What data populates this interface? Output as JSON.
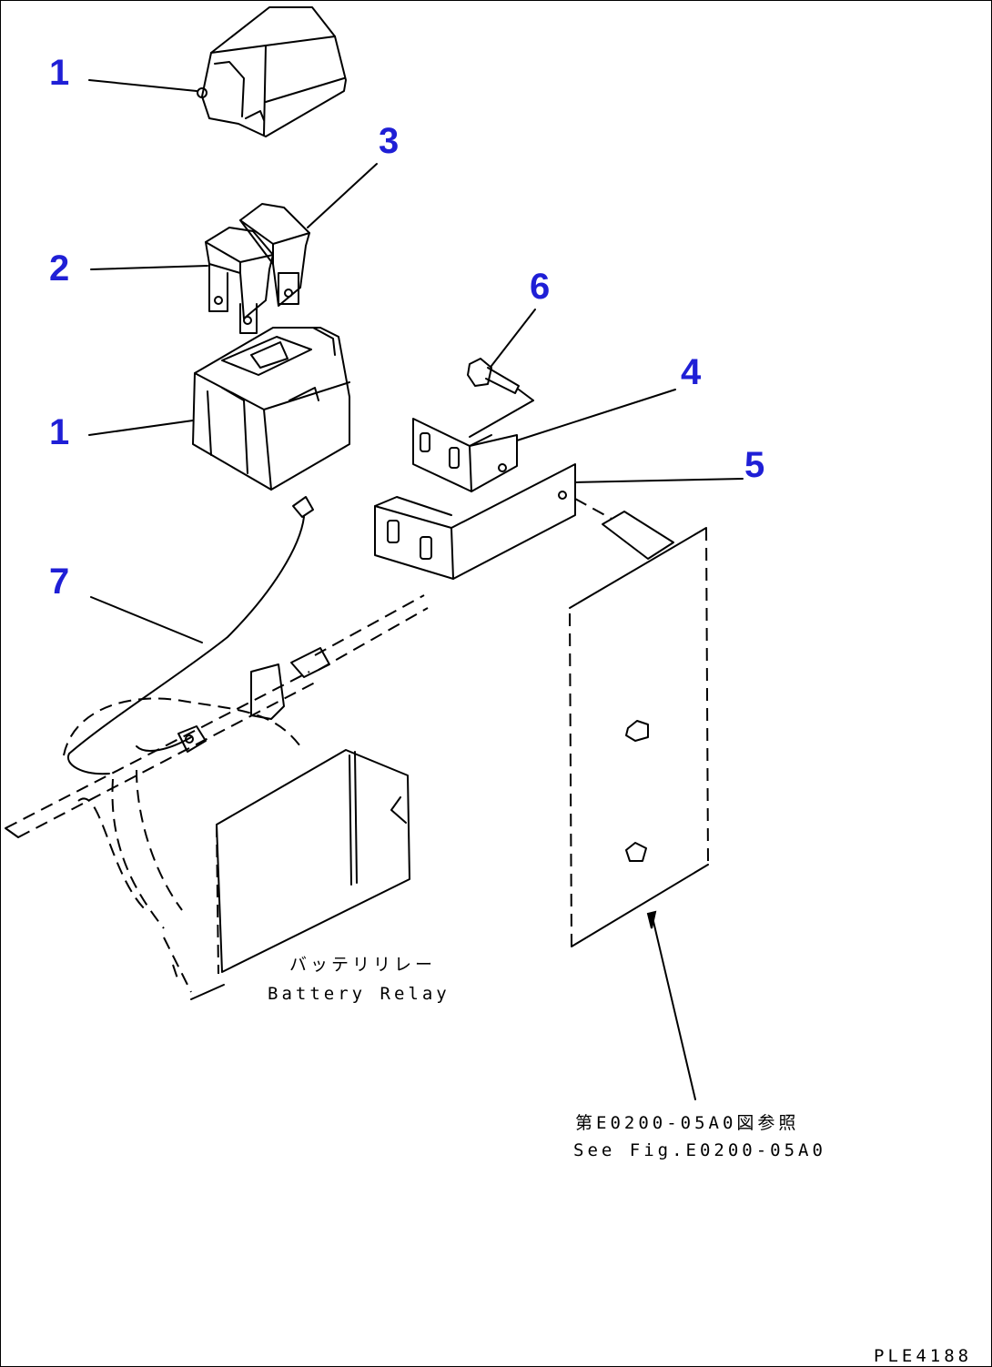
{
  "callouts": [
    {
      "id": "1a",
      "text": "1"
    },
    {
      "id": "3",
      "text": "3"
    },
    {
      "id": "2",
      "text": "2"
    },
    {
      "id": "6",
      "text": "6"
    },
    {
      "id": "4",
      "text": "4"
    },
    {
      "id": "1b",
      "text": "1"
    },
    {
      "id": "5",
      "text": "5"
    },
    {
      "id": "7",
      "text": "7"
    }
  ],
  "labels": {
    "battery_relay_jp": "バッテリリレー",
    "battery_relay_en": "Battery Relay",
    "see_fig_jp": "第E0200-05A0図参照",
    "see_fig_en": "See Fig.E0200-05A0",
    "drawing_code": "PLE4188"
  },
  "colors": {
    "callout": "#1f1fd6",
    "line": "#000000",
    "background": "#ffffff"
  }
}
